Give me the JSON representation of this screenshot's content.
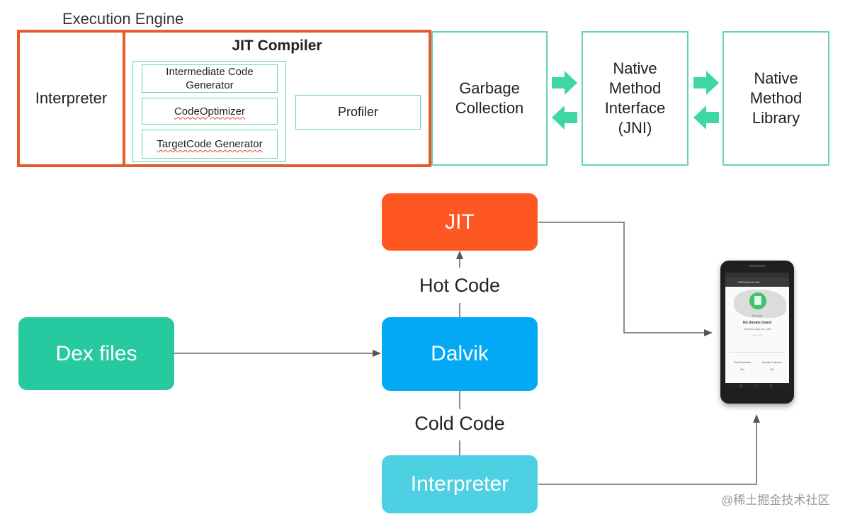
{
  "top": {
    "engine_label": "Execution Engine",
    "interpreter_label": "Interpreter",
    "jit_title": "JIT Compiler",
    "jit_items": [
      "Intermediate Code Generator",
      "CodeOptimizer",
      "TargetCode Generator"
    ],
    "profiler_label": "Profiler",
    "garbage_label": "Garbage Collection",
    "jni_label": "Native Method Interface (JNI)",
    "library_label": "Native Method Library"
  },
  "bottom": {
    "jit_label": "JIT",
    "hot_code": "Hot Code",
    "dalvik_label": "Dalvik",
    "cold_code": "Cold Code",
    "interpreter_label": "Interpreter",
    "dex_label": "Dex files"
  },
  "phone": {
    "app_title": "PREMIUM PLAN",
    "status": "Security",
    "headline": "No threats found",
    "subline": "115/115 apps are safe",
    "small_link": "Learn more",
    "toggle1_label": "Theft Protection",
    "toggle1_value": "On",
    "toggle2_label": "Identity Protection",
    "toggle2_value": "On"
  },
  "watermark": "@稀土掘金技术社区",
  "colors": {
    "accent_green": "#62d5b3",
    "engine_border": "#e65a2e",
    "jit_box": "#ff5722",
    "dalvik_box": "#03a9f4",
    "interpreter_box": "#4dd0e1",
    "dex_box": "#26c9a0"
  }
}
